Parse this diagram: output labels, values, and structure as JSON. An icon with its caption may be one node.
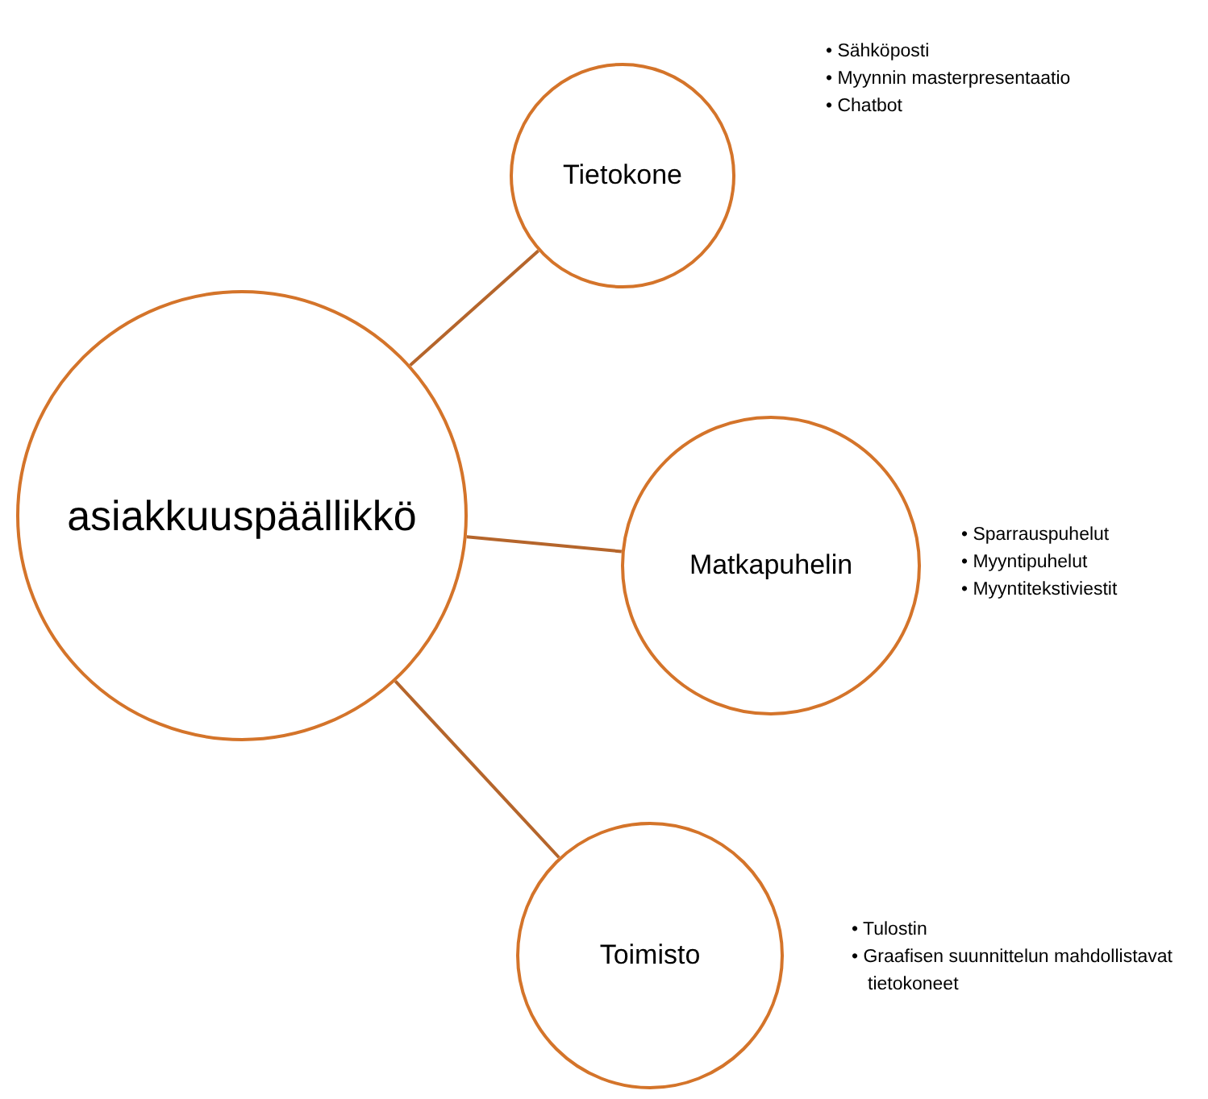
{
  "diagram": {
    "nodes": [
      {
        "text": [
          "asiakkuuspäällikkö"
        ]
      },
      {
        "text": [
          "Tietokone"
        ],
        "beside": [
          "• Sähköposti",
          "• Myynnin masterpresentaatio",
          "• Chatbot"
        ]
      },
      {
        "text": [
          "Matkapuhelin"
        ],
        "beside": [
          "• Sparrauspuhelut",
          "• Myyntipuhelut",
          "• Myyntitekstiviestit"
        ]
      },
      {
        "text": [
          "Toimisto"
        ],
        "beside": [
          "• Tulostin",
          "• Graafisen suunnittelun mahdollistavat tietokoneet"
        ]
      }
    ],
    "edges": [
      {
        "from": 0,
        "to": 1,
        "arrow": "none"
      },
      {
        "from": 0,
        "to": 2,
        "arrow": "none"
      },
      {
        "from": 0,
        "to": 3,
        "arrow": "none"
      }
    ]
  }
}
